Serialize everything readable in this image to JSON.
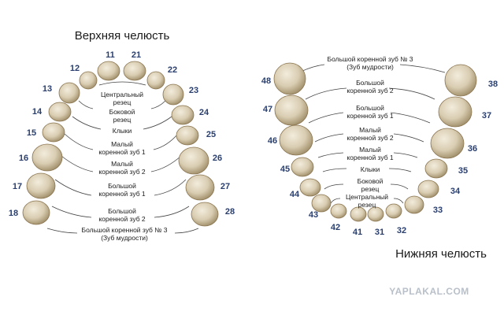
{
  "upper": {
    "title": "Верхняя челюсть",
    "teeth": [
      {
        "num": "11"
      },
      {
        "num": "12"
      },
      {
        "num": "13"
      },
      {
        "num": "14"
      },
      {
        "num": "15"
      },
      {
        "num": "16"
      },
      {
        "num": "17"
      },
      {
        "num": "18"
      },
      {
        "num": "21"
      },
      {
        "num": "22"
      },
      {
        "num": "23"
      },
      {
        "num": "24"
      },
      {
        "num": "25"
      },
      {
        "num": "26"
      },
      {
        "num": "27"
      },
      {
        "num": "28"
      }
    ],
    "labels": [
      [
        "Центральный",
        "резец"
      ],
      [
        "Боковой",
        "резец"
      ],
      [
        "Клыки"
      ],
      [
        "Малый",
        "коренной зуб 1"
      ],
      [
        "Малый",
        "коренной зуб 2"
      ],
      [
        "Большой",
        "коренной зуб 1"
      ],
      [
        "Большой",
        "коренной зуб 2"
      ],
      [
        "Большой коренной зуб № 3",
        "(Зуб мудрости)"
      ]
    ]
  },
  "lower": {
    "title": "Нижняя челюсть",
    "teeth": [
      {
        "num": "31"
      },
      {
        "num": "32"
      },
      {
        "num": "33"
      },
      {
        "num": "34"
      },
      {
        "num": "35"
      },
      {
        "num": "36"
      },
      {
        "num": "37"
      },
      {
        "num": "38"
      },
      {
        "num": "41"
      },
      {
        "num": "42"
      },
      {
        "num": "43"
      },
      {
        "num": "44"
      },
      {
        "num": "45"
      },
      {
        "num": "46"
      },
      {
        "num": "47"
      },
      {
        "num": "48"
      }
    ],
    "labels": [
      [
        "Большой коренной зуб № 3",
        "(Зуб мудрости)"
      ],
      [
        "Большой",
        "коренной зуб 2"
      ],
      [
        "Большой",
        "коренной зуб 1"
      ],
      [
        "Малый",
        "коренной зуб 2"
      ],
      [
        "Малый",
        "коренной зуб 1"
      ],
      [
        "Клыки"
      ],
      [
        "Боковой",
        "резец"
      ],
      [
        "Центральный",
        "резец"
      ]
    ]
  },
  "watermark": "YAPLAKAL.COM",
  "colors": {
    "number": "#2a3f6e",
    "tooth": "#d9cdb2",
    "line": "#444444"
  }
}
